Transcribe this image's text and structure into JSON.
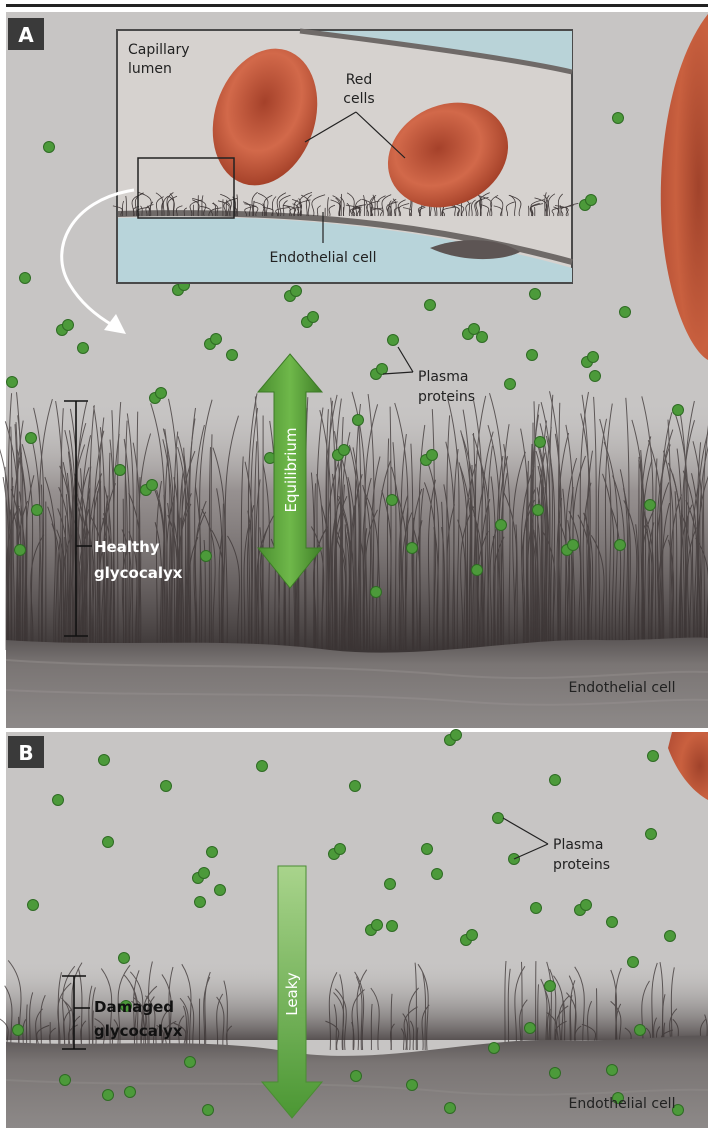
{
  "panels": {
    "a": {
      "letter": "A",
      "labels": {
        "capillary_lumen_1": "Capillary",
        "capillary_lumen_2": "lumen",
        "red_cells_1": "Red",
        "red_cells_2": "cells",
        "endothelial_cell_inset": "Endothelial cell",
        "plasma_proteins_1": "Plasma",
        "plasma_proteins_2": "proteins",
        "equilibrium": "Equilibrium",
        "healthy_glycocalyx_1": "Healthy",
        "healthy_glycocalyx_2": "glycocalyx",
        "endothelial_cell": "Endothelial cell"
      }
    },
    "b": {
      "letter": "B",
      "labels": {
        "plasma_proteins_1": "Plasma",
        "plasma_proteins_2": "proteins",
        "leaky": "Leaky",
        "damaged_glycocalyx_1": "Damaged",
        "damaged_glycocalyx_2": "glycocalyx",
        "endothelial_cell": "Endothelial cell"
      }
    }
  },
  "colors": {
    "plasma_background": "#c7c5c4",
    "protein_green": "#4c9a3a",
    "arrow_green": "#5ea43e",
    "red_cell": "#c65a3c",
    "endothelium": "#6e6968",
    "glycocalyx_fibers": "#3a3333",
    "panel_letter_bg": "#3a3a3a"
  },
  "icons": {
    "equilibrium_arrow": "double-headed-arrow-icon",
    "leaky_arrow": "down-arrow-icon",
    "zoom_arrow": "curved-arrow-icon"
  }
}
